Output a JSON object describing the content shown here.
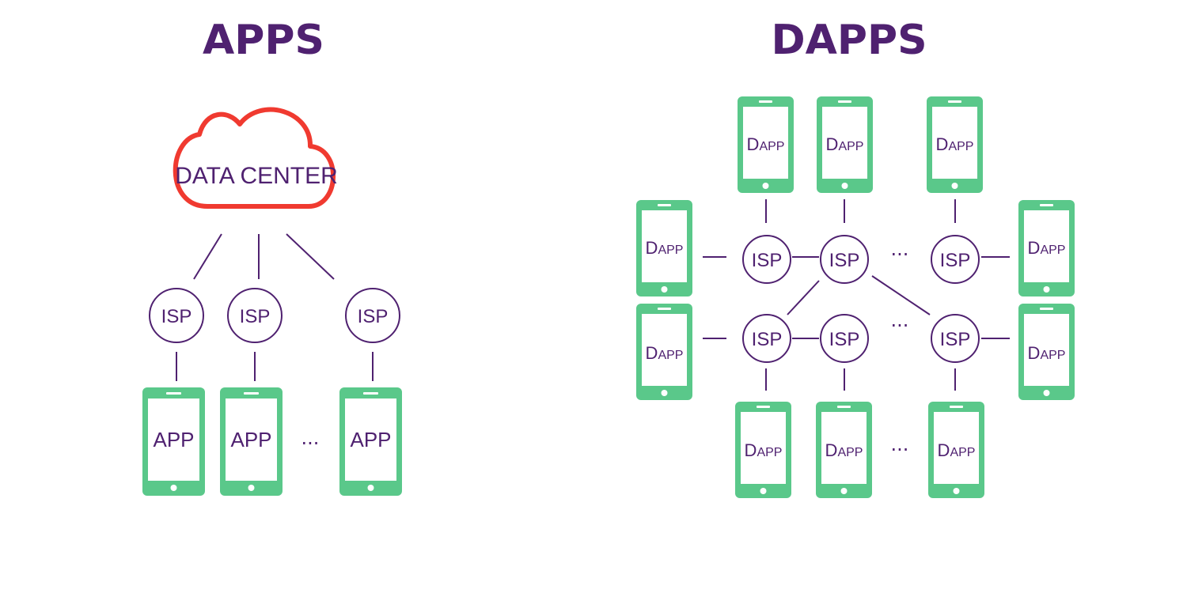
{
  "apps": {
    "title": "APPS",
    "cloud_label": "DATA CENTER",
    "isp_labels": [
      "ISP",
      "ISP",
      "ISP"
    ],
    "app_labels": [
      "APP",
      "APP",
      "APP"
    ],
    "ellipsis": "..."
  },
  "dapps": {
    "title": "DAPPS",
    "dapp_label": {
      "first": "D",
      "rest": "APP"
    },
    "isp_label": "ISP",
    "ellipsis": "..."
  },
  "colors": {
    "title": "#4f2170",
    "phone": "#5ac88a",
    "cloud": "#f03a30",
    "lines": "#4f2170"
  }
}
